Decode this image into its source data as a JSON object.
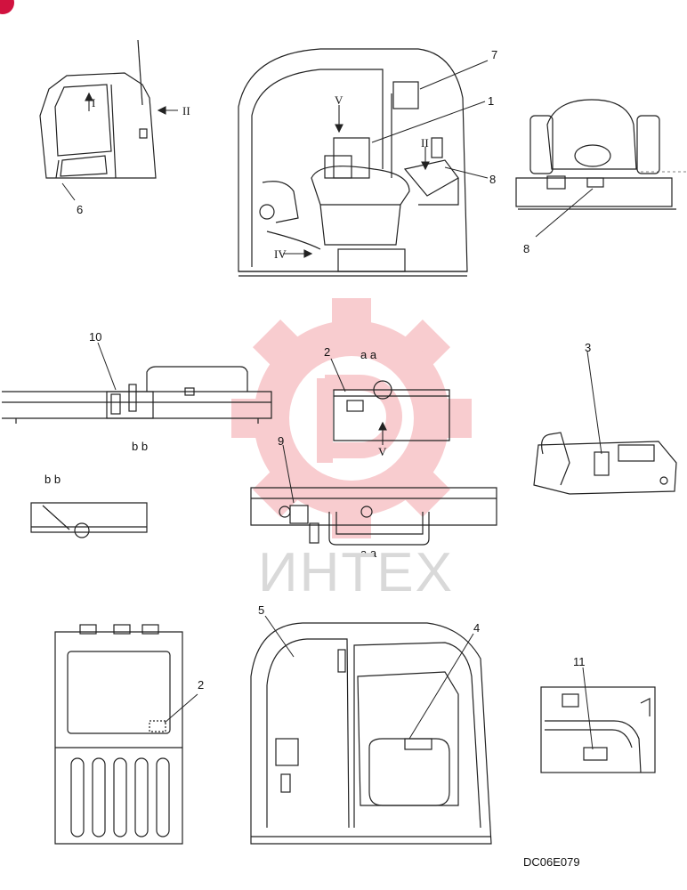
{
  "watermark": {
    "text": "ИНТЕХ",
    "gear_color": "#f3a3a8",
    "text_color": "#d9d9d9"
  },
  "accent_color": "#d1123f",
  "callouts": [
    "7",
    "1",
    "8",
    "8",
    "6",
    "10",
    "2",
    "3",
    "9",
    "5",
    "4",
    "2",
    "11"
  ],
  "view_marks": {
    "roman_I": "I",
    "roman_II": "II",
    "roman_II_b": "II",
    "roman_V_top": "V",
    "roman_IV": "IV",
    "roman_V_mid": "V"
  },
  "section_labels": {
    "aa_top": "a a",
    "aa_bottom": "a a",
    "bb_top": "b b",
    "bb_left": "b b"
  },
  "drawing_code": "DC06E079"
}
